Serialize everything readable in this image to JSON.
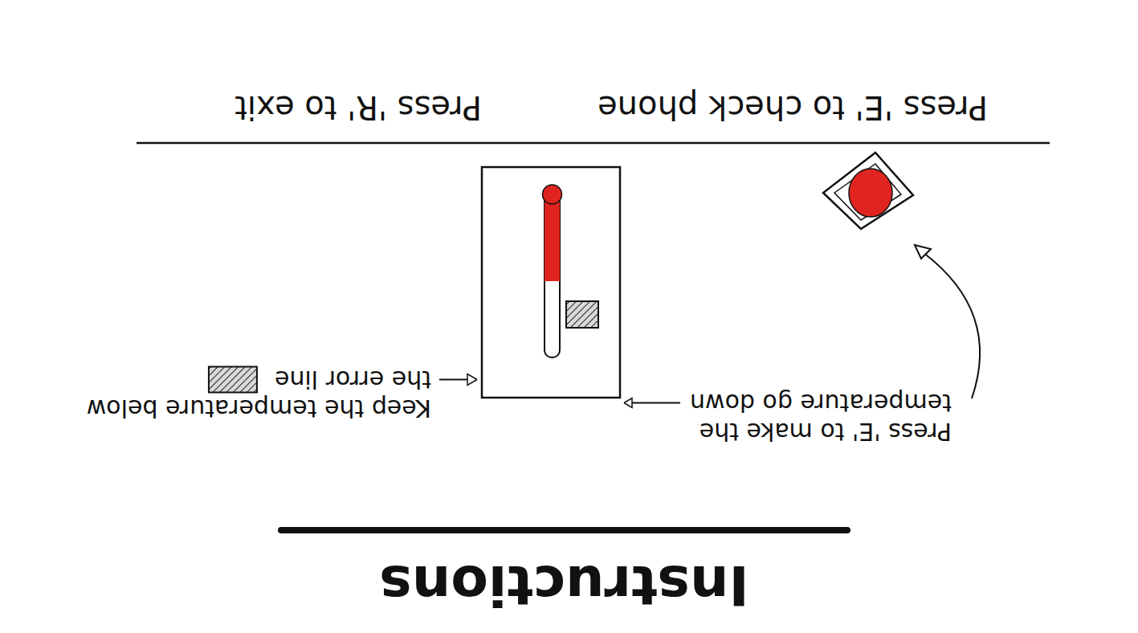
{
  "diagram": {
    "title": "Instructions",
    "labels": [
      "Press 'E' to make the temperature go down",
      "Keep the temperature below the error line",
      "Press 'E' to check phone",
      "Press 'R' to exit"
    ]
  }
}
